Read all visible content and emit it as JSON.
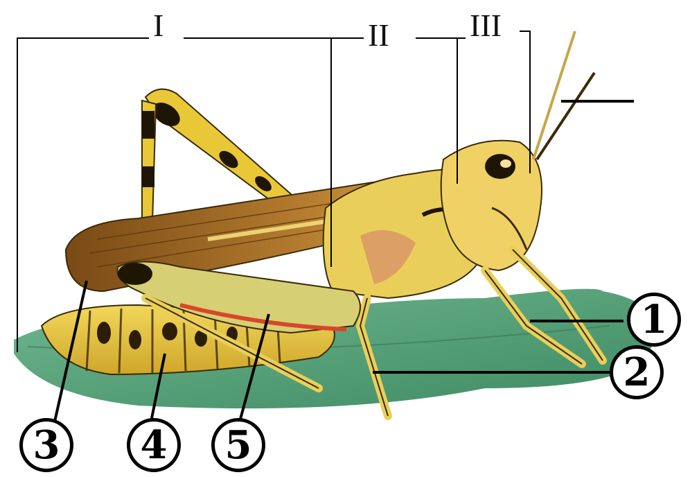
{
  "section_labels": {
    "I": "I",
    "II": "II",
    "III": "III"
  },
  "callouts": {
    "c1": "1",
    "c2": "2",
    "c3": "3",
    "c4": "4",
    "c5": "5"
  },
  "colors": {
    "leaf": "#4f9c73",
    "body_yellow": "#e8c533",
    "wing_brown": "#8a5a1e",
    "outline": "#000000"
  }
}
